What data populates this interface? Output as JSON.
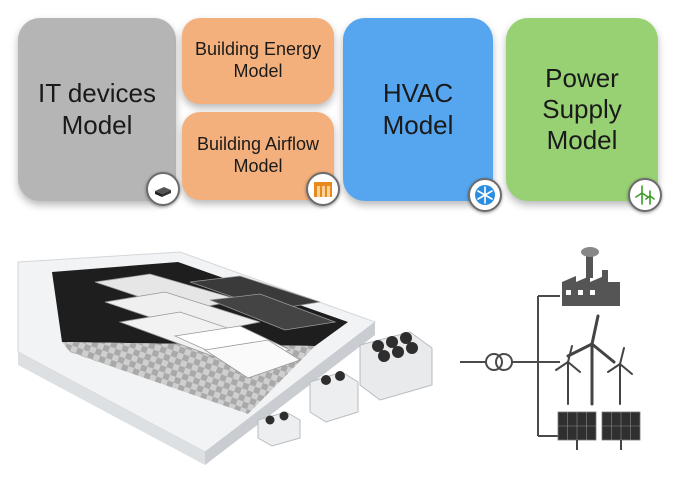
{
  "cards": {
    "it": "IT devices\nModel",
    "building_energy": "Building Energy\nModel",
    "building_airflow": "Building Airflow\nModel",
    "hvac": "HVAC\nModel",
    "power": "Power\nSupply\nModel"
  },
  "icons": {
    "it": "server-icon",
    "airflow": "building-icon",
    "hvac": "snowflake-icon",
    "power": "wind-turbine-icon",
    "grid_factory": "factory-icon",
    "grid_wind": "wind-turbine-icon",
    "grid_solar": "solar-panel-icon",
    "grid_transformer": "transformer-icon"
  },
  "colors": {
    "it": "#b5b5b5",
    "building": "#f4b07c",
    "hvac": "#56a6ef",
    "power": "#98d074",
    "grid": "#4a4a4a"
  }
}
